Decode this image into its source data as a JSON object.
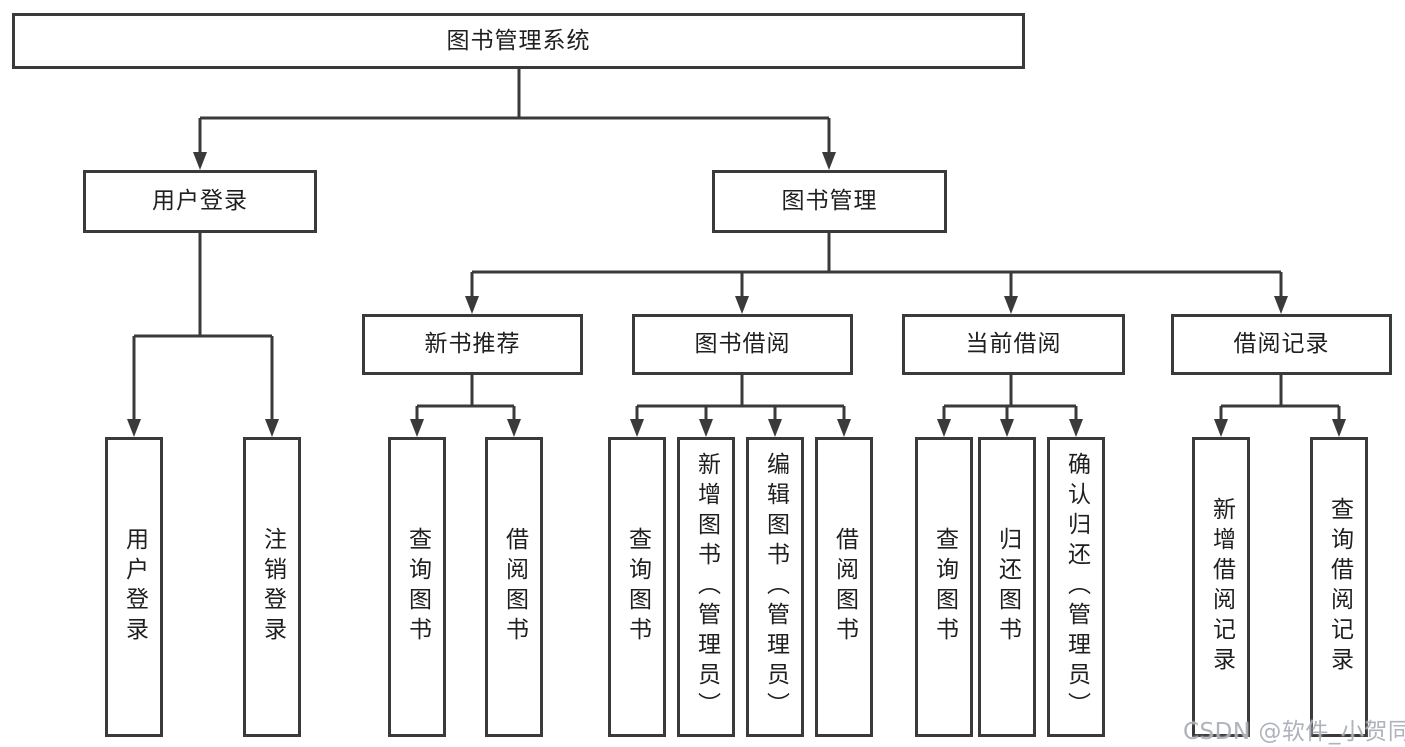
{
  "tree": {
    "label": "图书管理系统",
    "children": [
      {
        "label": "用户登录",
        "children": [
          {
            "label": "用户登录"
          },
          {
            "label": "注销登录"
          }
        ]
      },
      {
        "label": "图书管理",
        "children": [
          {
            "label": "新书推荐",
            "children": [
              {
                "label": "查询图书"
              },
              {
                "label": "借阅图书"
              }
            ]
          },
          {
            "label": "图书借阅",
            "children": [
              {
                "label": "查询图书"
              },
              {
                "label": "新增图书（管理员）"
              },
              {
                "label": "编辑图书（管理员）"
              },
              {
                "label": "借阅图书"
              }
            ]
          },
          {
            "label": "当前借阅",
            "children": [
              {
                "label": "查询图书"
              },
              {
                "label": "归还图书"
              },
              {
                "label": "确认归还（管理员）"
              }
            ]
          },
          {
            "label": "借阅记录",
            "children": [
              {
                "label": "新增借阅记录"
              },
              {
                "label": "查询借阅记录"
              }
            ]
          }
        ]
      }
    ]
  },
  "watermark": "CSDN @软件_小贺同学",
  "colors": {
    "line": "#3a3a3a",
    "text": "#1f1f1f",
    "background": "#ffffff",
    "watermark": "#a8adb5"
  }
}
